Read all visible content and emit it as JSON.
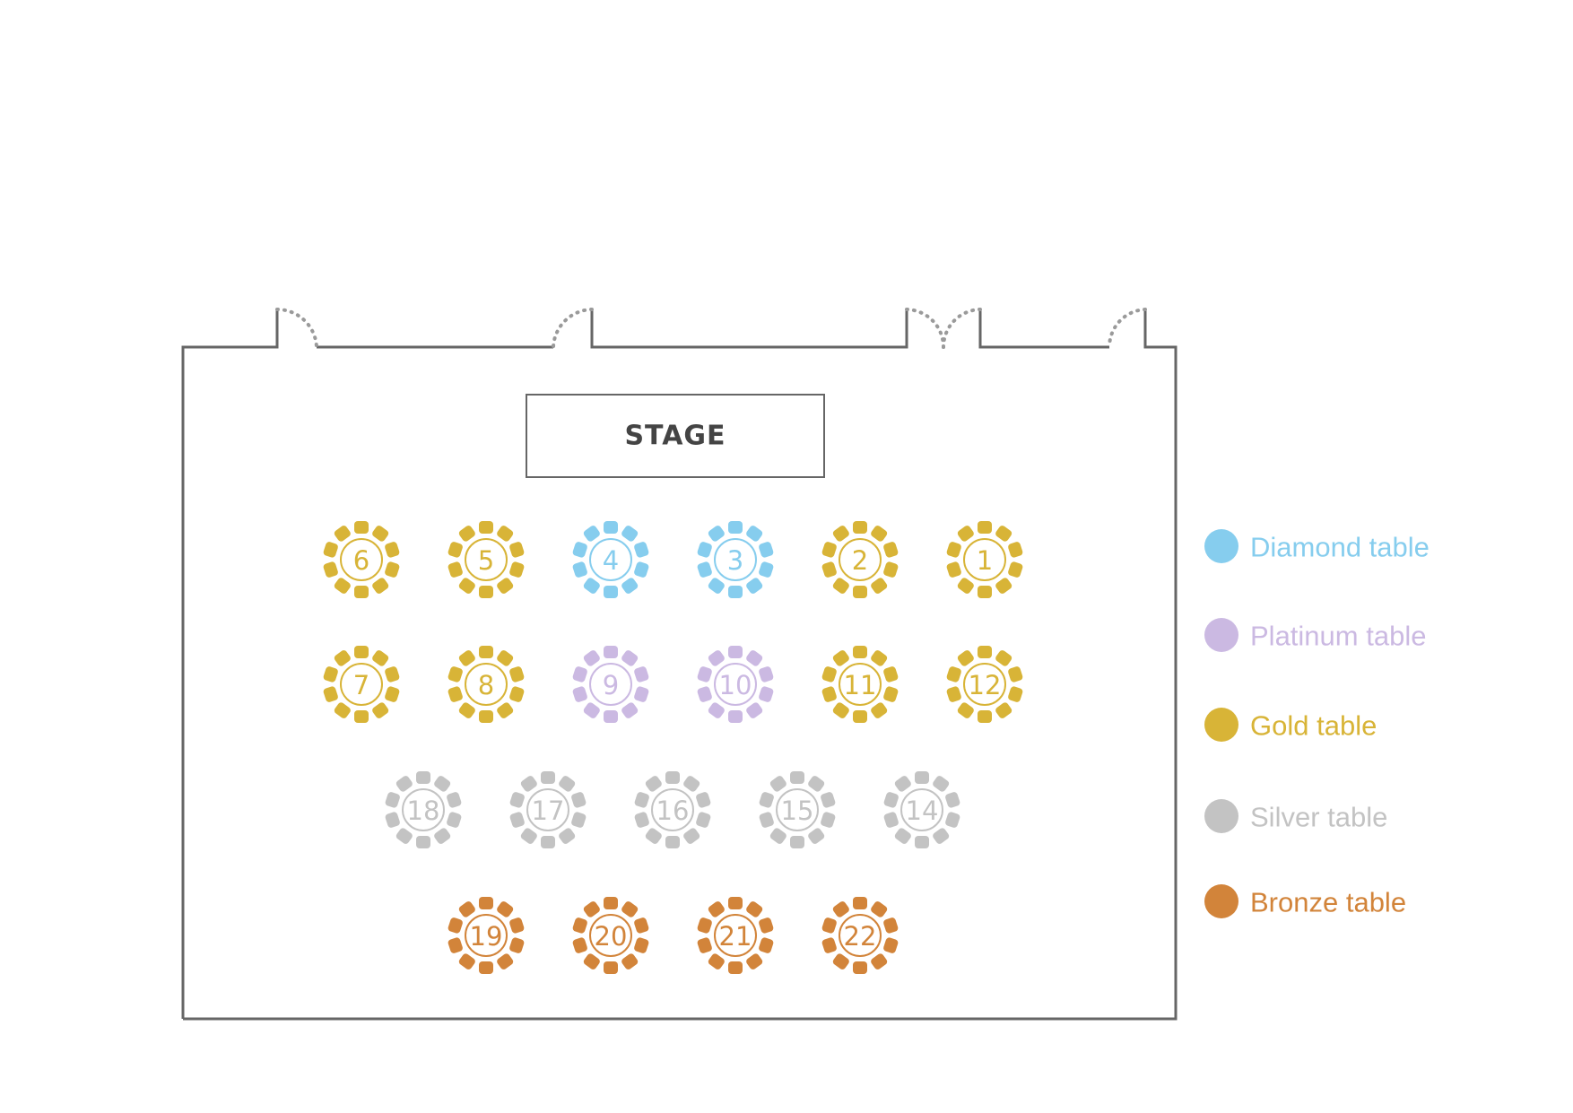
{
  "stage": {
    "label": "STAGE"
  },
  "colors": {
    "diamond": "#86CDEE",
    "platinum": "#CBB9E2",
    "gold": "#D8B437",
    "silver": "#C3C3C3",
    "bronze": "#D2843A",
    "wall": "#666666",
    "door": "#9A9A9A"
  },
  "tables": [
    {
      "number": "6",
      "tier": "gold"
    },
    {
      "number": "5",
      "tier": "gold"
    },
    {
      "number": "4",
      "tier": "diamond"
    },
    {
      "number": "3",
      "tier": "diamond"
    },
    {
      "number": "2",
      "tier": "gold"
    },
    {
      "number": "1",
      "tier": "gold"
    },
    {
      "number": "7",
      "tier": "gold"
    },
    {
      "number": "8",
      "tier": "gold"
    },
    {
      "number": "9",
      "tier": "platinum"
    },
    {
      "number": "10",
      "tier": "platinum"
    },
    {
      "number": "11",
      "tier": "gold"
    },
    {
      "number": "12",
      "tier": "gold"
    },
    {
      "number": "18",
      "tier": "silver"
    },
    {
      "number": "17",
      "tier": "silver"
    },
    {
      "number": "16",
      "tier": "silver"
    },
    {
      "number": "15",
      "tier": "silver"
    },
    {
      "number": "14",
      "tier": "silver"
    },
    {
      "number": "19",
      "tier": "bronze"
    },
    {
      "number": "20",
      "tier": "bronze"
    },
    {
      "number": "21",
      "tier": "bronze"
    },
    {
      "number": "22",
      "tier": "bronze"
    }
  ],
  "legend": [
    {
      "tier": "diamond",
      "label": "Diamond table"
    },
    {
      "tier": "platinum",
      "label": "Platinum table"
    },
    {
      "tier": "gold",
      "label": "Gold table"
    },
    {
      "tier": "silver",
      "label": "Silver table"
    },
    {
      "tier": "bronze",
      "label": "Bronze table"
    }
  ]
}
